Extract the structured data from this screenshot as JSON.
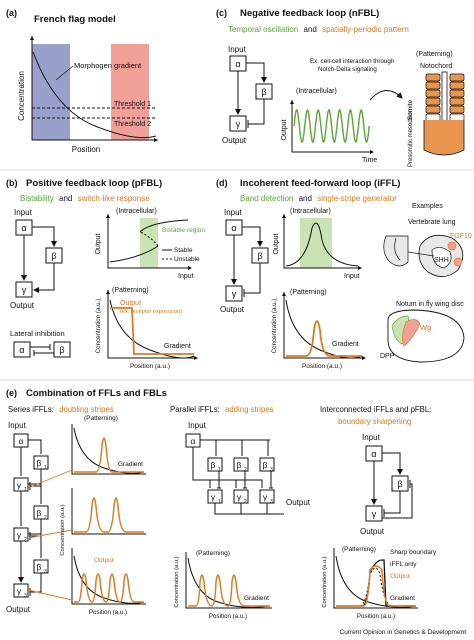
{
  "panel_a": {
    "label": "(a)",
    "title": "French flag model",
    "morphogen": "Morphogen gradient",
    "threshold1": "Threshold 1",
    "threshold2": "Threshold 2",
    "ylabel": "Concentration",
    "xlabel": "Position",
    "colors": {
      "blue": "#9aa0cc",
      "pink": "#f0a096"
    }
  },
  "panel_b": {
    "label": "(b)",
    "title": "Positive feedback loop (pFBL)",
    "subtitle_green": "Bistability",
    "subtitle_and": "and",
    "subtitle_orange": "switch-like response",
    "input": "Input",
    "output": "Output",
    "alpha": "α",
    "beta": "β",
    "gamma": "γ",
    "intracellular": "(Intracellular)",
    "bistable_region": "Bistable region",
    "stable": "Stable",
    "unstable": "Unstable",
    "axis_output": "Output",
    "axis_input": "Input",
    "patterning": "(Patterning)",
    "orange_output": "Output",
    "orange_note": "(ex. receptor expression)",
    "gradient": "Gradient",
    "axis_conc": "Concentration (a.u.)",
    "axis_pos": "Position (a.u.)",
    "lateral": "Lateral inhibition"
  },
  "panel_c": {
    "label": "(c)",
    "title": "Negative feedback loop (nFBL)",
    "subtitle_green": "Temporal oscillation",
    "subtitle_and": "and",
    "subtitle_orange": "spatially-periodic pattern",
    "input": "Input",
    "output": "Output",
    "alpha": "α",
    "beta": "β",
    "gamma": "γ",
    "note1": "Ex. cell-cell interaction through",
    "note2": "Notch-Delta signaling",
    "intracellular": "(Intracellular)",
    "axis_output": "Output",
    "axis_time": "Time",
    "patterning": "(Patterning)",
    "notochord": "Notochord",
    "somite": "Somite",
    "psm": "Presomitic mesoderm"
  },
  "panel_d": {
    "label": "(d)",
    "title": "Incoherent feed-forward loop (iFFL)",
    "subtitle_green": "Band detection",
    "subtitle_and": "and",
    "subtitle_orange": "single-stripe generator",
    "input": "Input",
    "output": "Output",
    "alpha": "α",
    "beta": "β",
    "gamma": "γ",
    "intracellular": "(Intracellular)",
    "axis_output": "Output",
    "axis_input": "Input",
    "patterning": "(Patterning)",
    "gradient": "Gradient",
    "axis_conc": "Concentration (a.u.)",
    "axis_pos": "Position (a.u.)",
    "examples": "Examples",
    "lung": "Vertebrate lung",
    "fgf10": "FGF10",
    "shh": "SHH",
    "notum": "Notum in fly wing disc",
    "wg": "Wg",
    "dpp": "DPP"
  },
  "panel_e": {
    "label": "(e)",
    "title": "Combination of FFLs and FBLs",
    "series_black": "Series iFFLs:",
    "series_orange": "doubling stripes",
    "parallel_black": "Parallel iFFLs:",
    "parallel_orange": "adding stripes",
    "inter_black": "Interconnected iFFLs and pFBL:",
    "inter_orange": "boundary sharpening",
    "input": "Input",
    "output": "Output",
    "alpha": "α",
    "beta": "β",
    "gamma": "γ",
    "b1": "1",
    "b2": "2",
    "b3": "3",
    "patterning": "(Patterning)",
    "gradient": "Gradient",
    "orange_output": "Output",
    "axis_conc": "Concentration (a.u.)",
    "axis_pos": "Position (a.u.)",
    "sharp": "Sharp boundary",
    "iffl_only": "iFFL only"
  },
  "footer": "Current Opinion in Genetics & Development",
  "colors": {
    "green": "#5aa637",
    "orange": "#e07a1f",
    "greenfill": "#c9e3b4"
  }
}
